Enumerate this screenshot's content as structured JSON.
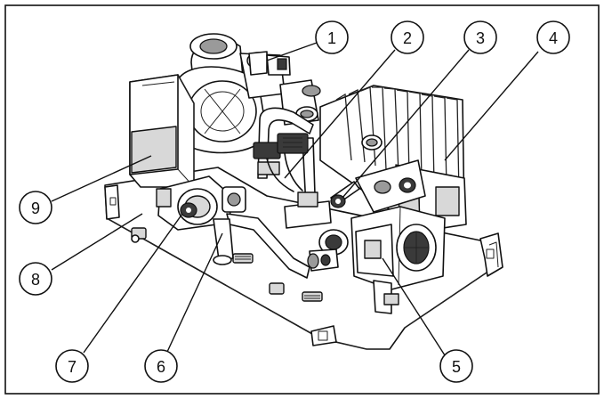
{
  "callouts": [
    {
      "label": "1"
    },
    {
      "label": "2"
    },
    {
      "label": "3"
    },
    {
      "label": "4"
    },
    {
      "label": "5"
    },
    {
      "label": "6"
    },
    {
      "label": "7"
    },
    {
      "label": "8"
    },
    {
      "label": "9"
    }
  ],
  "colors": {
    "line": "#111111",
    "background": "#ffffff",
    "shade": "#d8d8d8",
    "dark": "#3a3a3a"
  }
}
